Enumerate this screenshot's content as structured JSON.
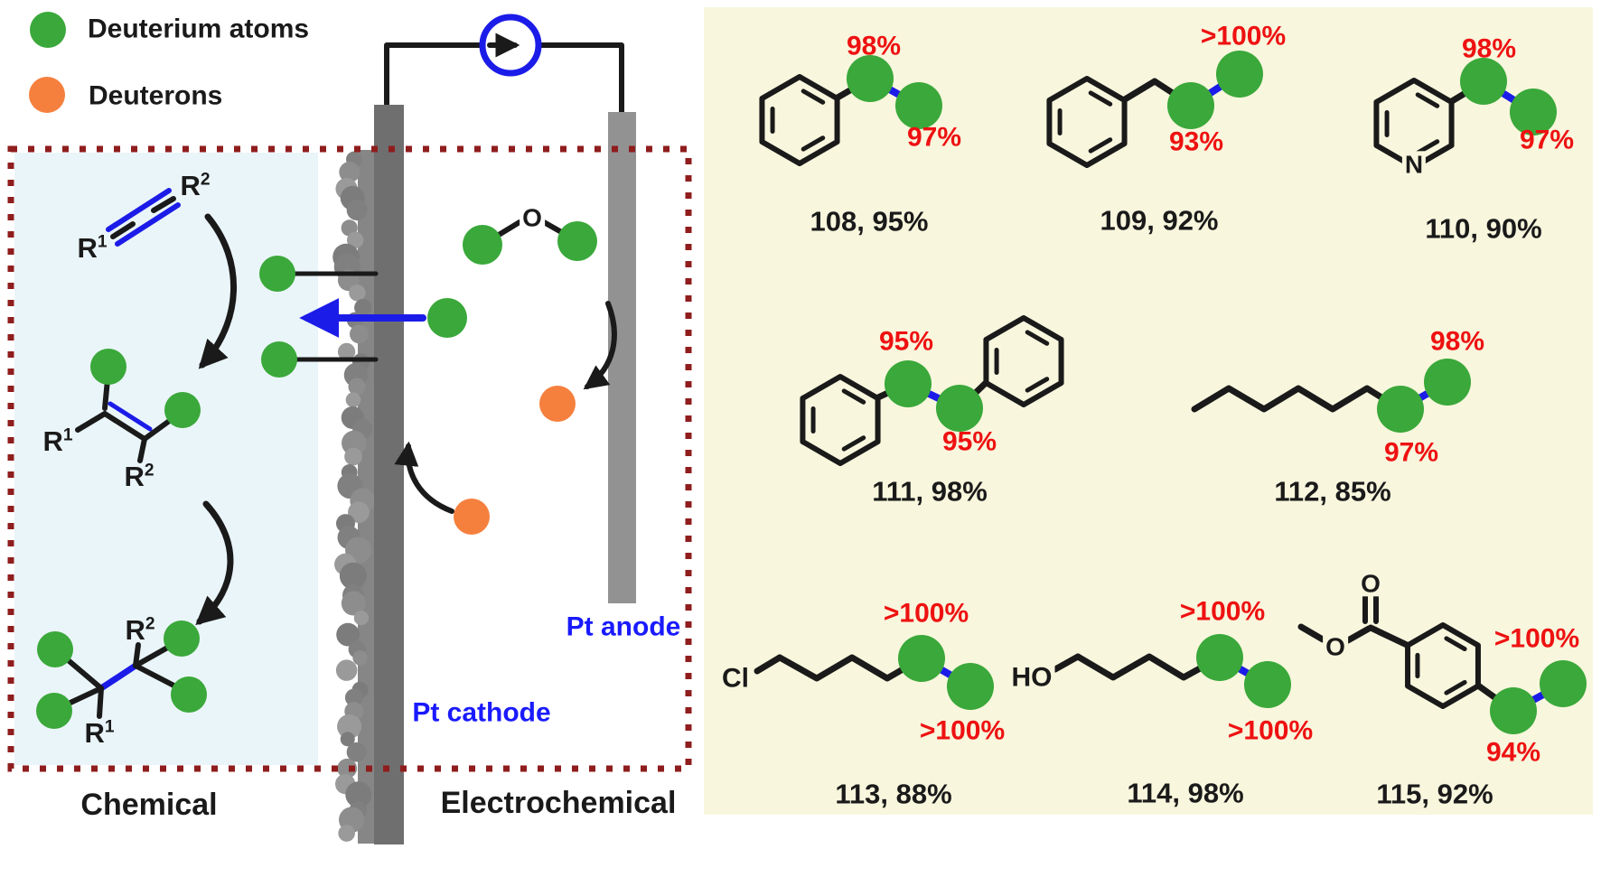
{
  "figure": {
    "legend": {
      "deuterium": "Deuterium atoms",
      "deuterons": "Deuterons"
    },
    "zones": {
      "chemical": "Chemical",
      "electrochemical": "Electrochemical"
    },
    "electrodes": {
      "cathode": "Pt cathode",
      "anode": "Pt anode"
    },
    "labels": {
      "r": "R",
      "sup1": "1",
      "sup2": "2",
      "oxygen": "O",
      "nitrogen": "N",
      "chlorine": "Cl",
      "hydroxyl": "HO"
    },
    "colors": {
      "deuterium_green": "#3aa83a",
      "deuteron_orange": "#f5803e",
      "highlight_blue": "#1c1ce8",
      "label_blue": "#1a1aff",
      "percent_red": "#ee1111",
      "border_dark_red": "#8f1d1d",
      "products_panel_bg": "#f8f6dd",
      "chemical_zone_bg": "#eaf5f9",
      "cathode_gray": "#6f6f6f",
      "anode_gray": "#929292"
    }
  },
  "compounds": [
    {
      "number": "108",
      "yield": "95%",
      "label": "108, 95%",
      "top_pct": "98%",
      "bottom_pct": "97%"
    },
    {
      "number": "109",
      "yield": "92%",
      "label": "109, 92%",
      "top_pct": ">100%",
      "bottom_pct": "93%"
    },
    {
      "number": "110",
      "yield": "90%",
      "label": "110, 90%",
      "top_pct": "98%",
      "bottom_pct": "97%"
    },
    {
      "number": "111",
      "yield": "98%",
      "label": "111, 98%",
      "top_pct": "95%",
      "bottom_pct": "95%"
    },
    {
      "number": "112",
      "yield": "85%",
      "label": "112, 85%",
      "top_pct": "98%",
      "bottom_pct": "97%"
    },
    {
      "number": "113",
      "yield": "88%",
      "label": "113, 88%",
      "top_pct": ">100%",
      "bottom_pct": ">100%"
    },
    {
      "number": "114",
      "yield": "98%",
      "label": "114, 98%",
      "top_pct": ">100%",
      "bottom_pct": ">100%"
    },
    {
      "number": "115",
      "yield": "92%",
      "label": "115, 92%",
      "top_pct": ">100%",
      "bottom_pct": "94%"
    }
  ]
}
